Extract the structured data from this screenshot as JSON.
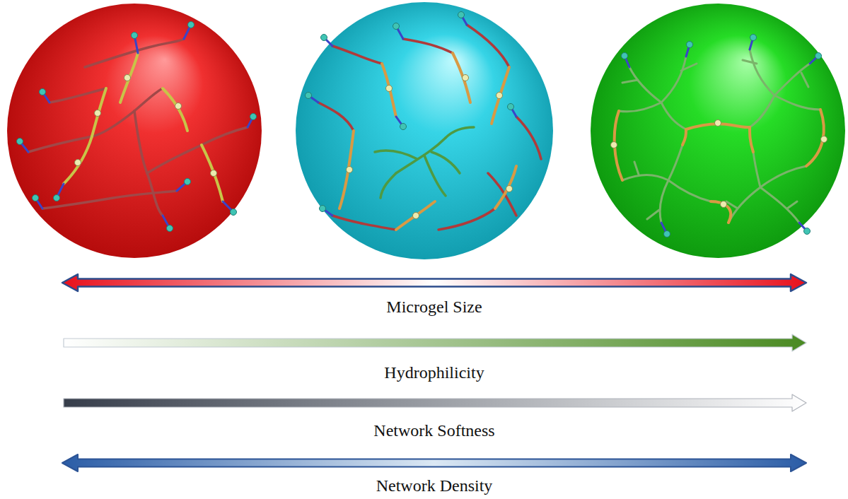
{
  "diagram": {
    "labels": [
      "Microgel Size",
      "Hydrophilicity",
      "Network Softness",
      "Network Density"
    ]
  }
}
